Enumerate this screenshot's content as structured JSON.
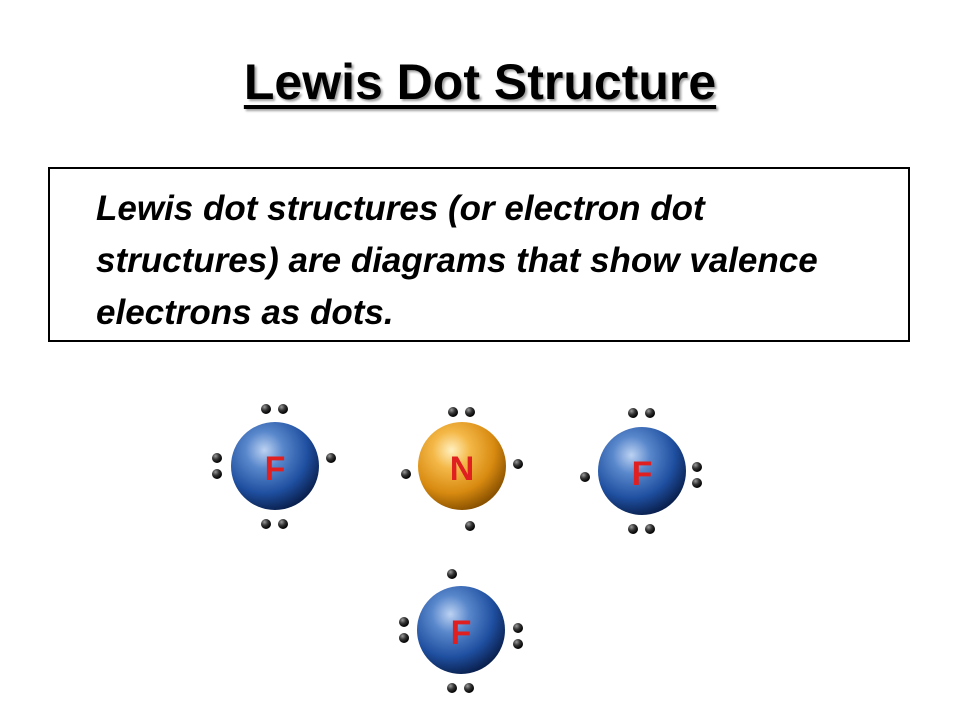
{
  "title": "Lewis Dot Structure",
  "definition": "Lewis dot structures (or electron dot structures) are diagrams that show valence electrons as dots.",
  "atoms": [
    {
      "symbol": "F",
      "role": "fluorine-left"
    },
    {
      "symbol": "N",
      "role": "nitrogen-center"
    },
    {
      "symbol": "F",
      "role": "fluorine-right"
    },
    {
      "symbol": "F",
      "role": "fluorine-bottom"
    }
  ],
  "colors": {
    "fluorine": "#1f4fa0",
    "nitrogen": "#e0961a",
    "letter": "#e02020",
    "electron": "#222222"
  }
}
